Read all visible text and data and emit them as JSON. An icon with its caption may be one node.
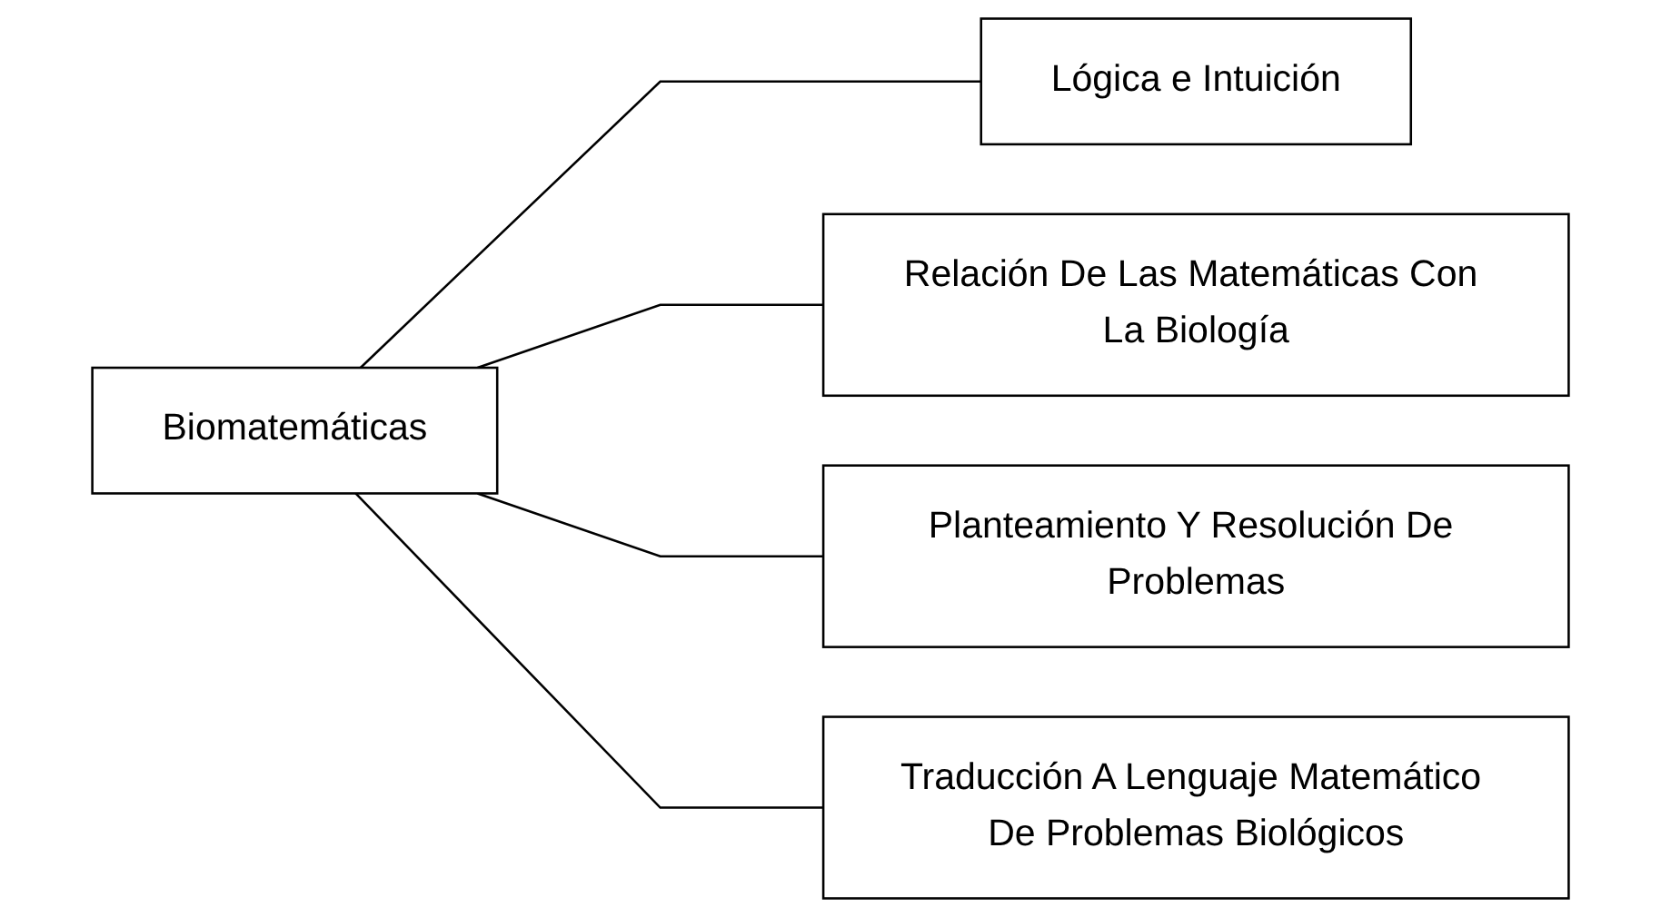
{
  "diagram": {
    "nodes": [
      {
        "text": [
          "Biomatemáticas"
        ]
      },
      {
        "text": [
          "Lógica e Intuición"
        ]
      },
      {
        "text": [
          "Relación De Las Matemáticas Con La Biología"
        ]
      },
      {
        "text": [
          "Planteamiento Y Resolución De Problemas"
        ]
      },
      {
        "text": [
          "Traducción A Lenguaje Matemático De Problemas Biológicos"
        ]
      }
    ],
    "edges": [
      {
        "from": 0,
        "to": 1,
        "arrow": "none"
      },
      {
        "from": 0,
        "to": 2,
        "arrow": "none"
      },
      {
        "from": 0,
        "to": 3,
        "arrow": "none"
      },
      {
        "from": 0,
        "to": 4,
        "arrow": "none"
      }
    ]
  }
}
